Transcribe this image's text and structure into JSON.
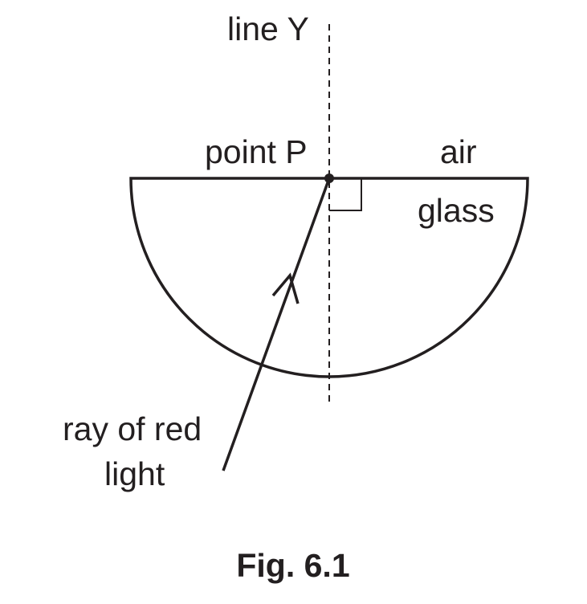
{
  "labels": {
    "line_y": "line Y",
    "point_p": "point P",
    "air": "air",
    "glass": "glass",
    "ray_line1": "ray of red",
    "ray_line2": "light"
  },
  "caption": "Fig. 6.1",
  "colors": {
    "ink": "#231f20",
    "background": "#ffffff"
  }
}
